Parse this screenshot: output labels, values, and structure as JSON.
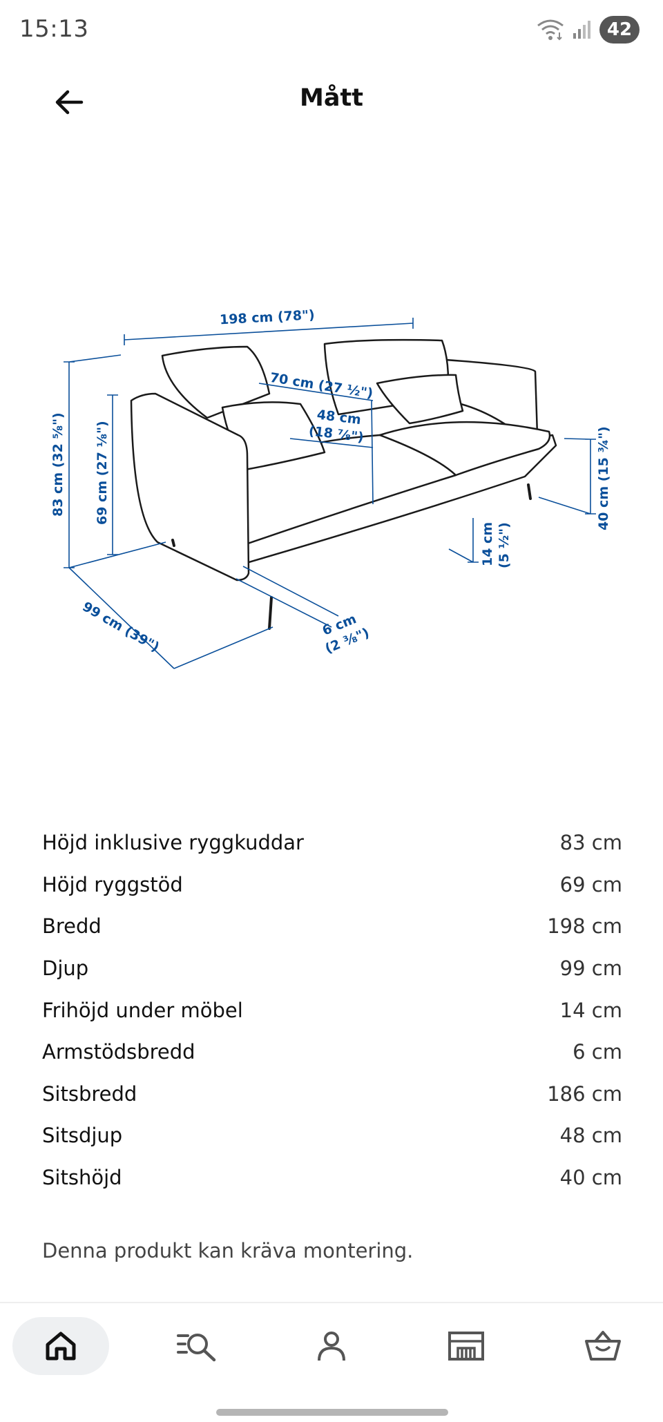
{
  "status_bar": {
    "time": "15:13",
    "battery": "42",
    "icons": [
      "wifi-icon",
      "signal-icon",
      "battery-icon"
    ]
  },
  "header": {
    "title": "Mått",
    "back_icon": "arrow-left-icon"
  },
  "diagram": {
    "labels": {
      "width": "198 cm (78\")",
      "seat_width_inner": "70 cm (27 ½\")",
      "seat_depth_l1": "48 cm",
      "seat_depth_l2": "(18 ⅞\")",
      "height_total": "83 cm (32 ⅝\")",
      "height_back": "69 cm (27 ⅛\")",
      "seat_height": "40 cm (15 ¾\")",
      "clearance_l1": "14 cm",
      "clearance_l2": "(5 ½\")",
      "depth": "99 cm (39\")",
      "armrest_l1": "6 cm",
      "armrest_l2": "(2 ⅜\")"
    }
  },
  "dimensions": [
    {
      "label": "Höjd inklusive ryggkuddar",
      "value": "83 cm"
    },
    {
      "label": "Höjd ryggstöd",
      "value": "69 cm"
    },
    {
      "label": "Bredd",
      "value": "198 cm"
    },
    {
      "label": "Djup",
      "value": "99 cm"
    },
    {
      "label": "Frihöjd under möbel",
      "value": "14 cm"
    },
    {
      "label": "Armstödsbredd",
      "value": "6 cm"
    },
    {
      "label": "Sitsbredd",
      "value": "186 cm"
    },
    {
      "label": "Sitsdjup",
      "value": "48 cm"
    },
    {
      "label": "Sitshöjd",
      "value": "40 cm"
    }
  ],
  "note": "Denna produkt kan kräva montering.",
  "bottom_nav": {
    "items": [
      "home-icon",
      "search-list-icon",
      "account-icon",
      "store-icon",
      "basket-icon"
    ],
    "active": "home-icon"
  },
  "colors": {
    "dimension_blue": "#0a4f9a",
    "active_nav_bg": "#eef0f2"
  }
}
